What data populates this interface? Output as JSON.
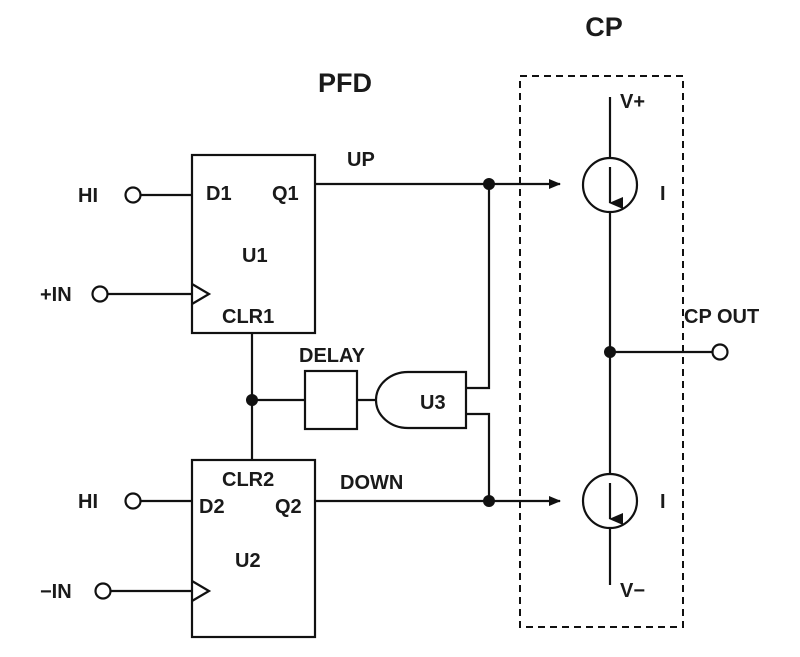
{
  "titles": {
    "pfd": "PFD",
    "cp": "CP"
  },
  "u1": {
    "d": "D1",
    "q": "Q1",
    "name": "U1",
    "clr": "CLR1"
  },
  "u2": {
    "clr": "CLR2",
    "d": "D2",
    "q": "Q2",
    "name": "U2"
  },
  "inputs": {
    "hi_top": "HI",
    "in_plus": "+IN",
    "hi_bottom": "HI",
    "in_minus": "−IN"
  },
  "signals": {
    "up": "UP",
    "down": "DOWN",
    "delay": "DELAY",
    "and_gate": "U3"
  },
  "charge_pump": {
    "v_plus": "V+",
    "v_minus": "V−",
    "current_top": "I",
    "current_bottom": "I",
    "output": "CP OUT"
  }
}
